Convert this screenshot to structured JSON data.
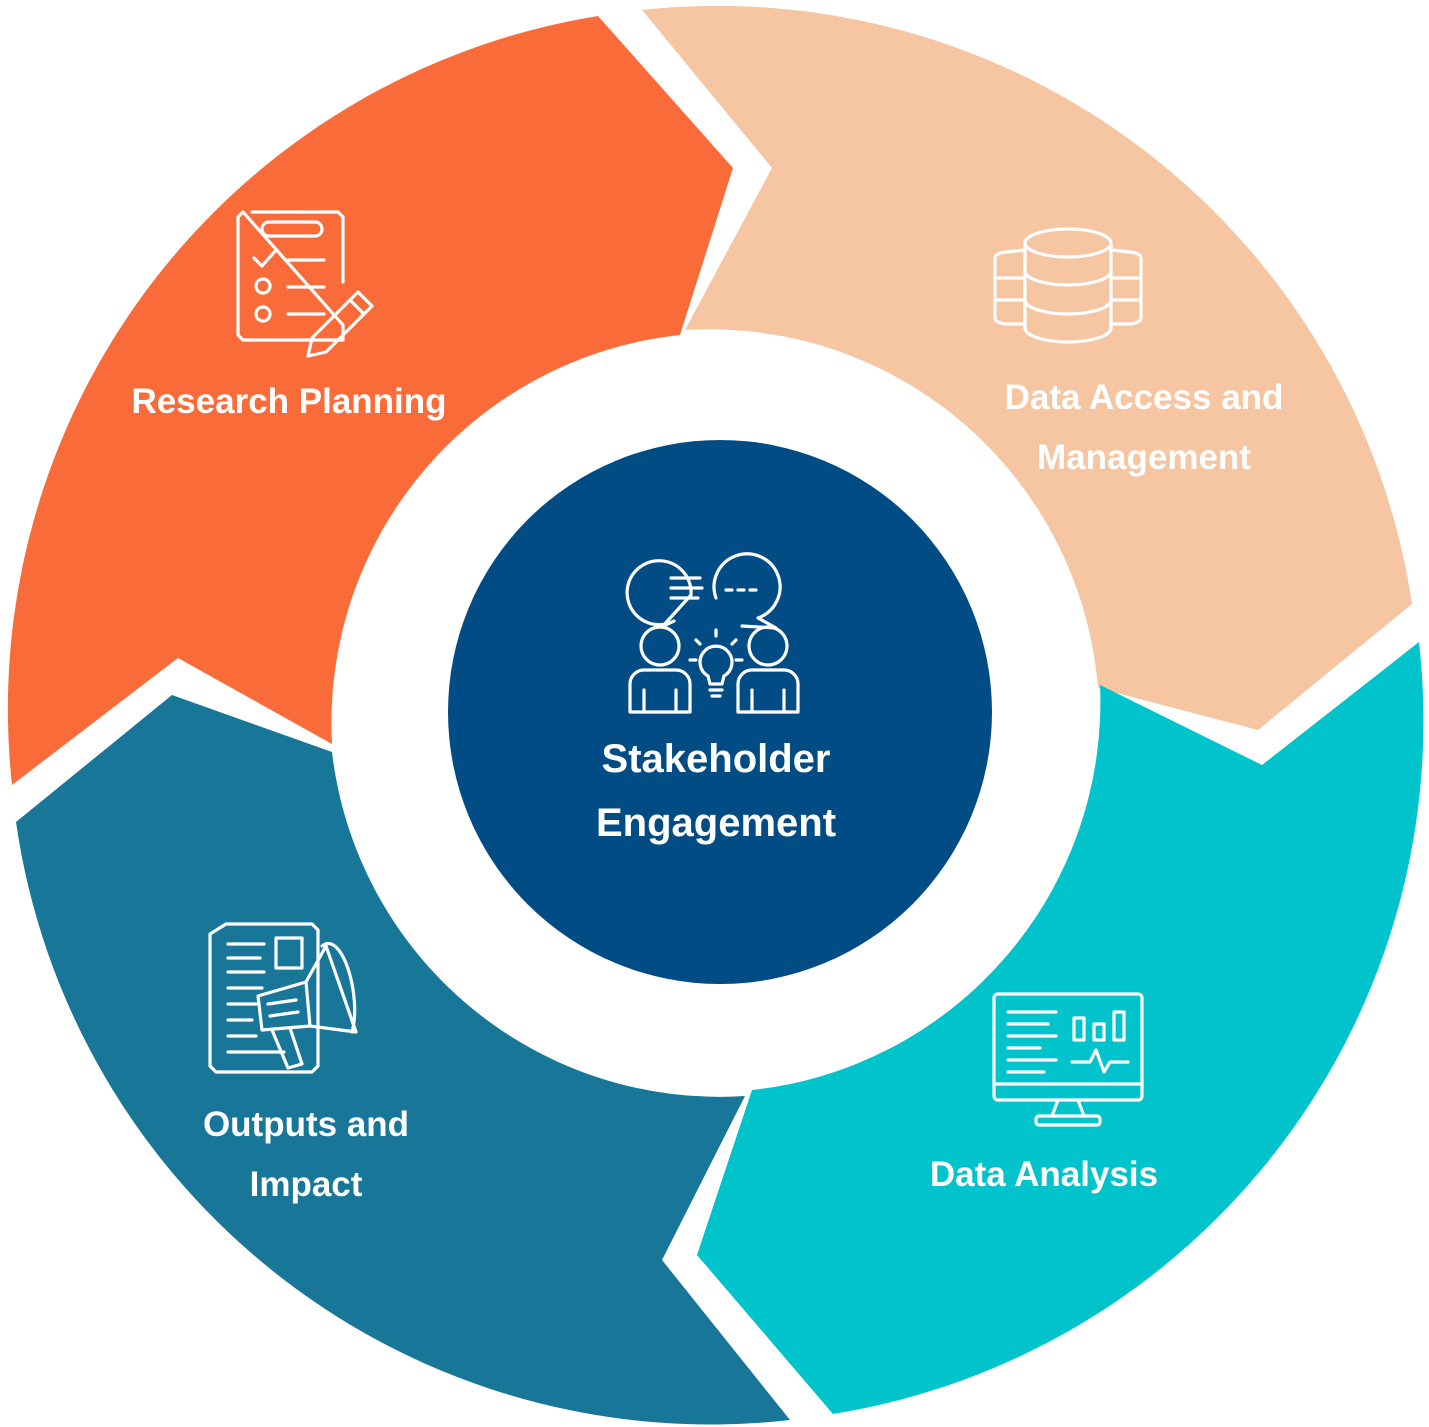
{
  "diagram": {
    "center": {
      "label_line1": "Stakeholder",
      "label_line2": "Engagement",
      "icon": "team-idea-icon",
      "color": "#024C86"
    },
    "stages": [
      {
        "id": "research-planning",
        "label_line1": "Research Planning",
        "label_line2": "",
        "icon": "clipboard-checklist-icon",
        "color": "#F96C3A"
      },
      {
        "id": "data-access",
        "label_line1": "Data Access and",
        "label_line2": "Management",
        "icon": "database-icon",
        "color": "#F6C5A1"
      },
      {
        "id": "data-analysis",
        "label_line1": "Data Analysis",
        "label_line2": "",
        "icon": "monitor-chart-icon",
        "color": "#00C3CB"
      },
      {
        "id": "outputs-impact",
        "label_line1": "Outputs and",
        "label_line2": "Impact",
        "icon": "megaphone-document-icon",
        "color": "#187699"
      }
    ]
  }
}
